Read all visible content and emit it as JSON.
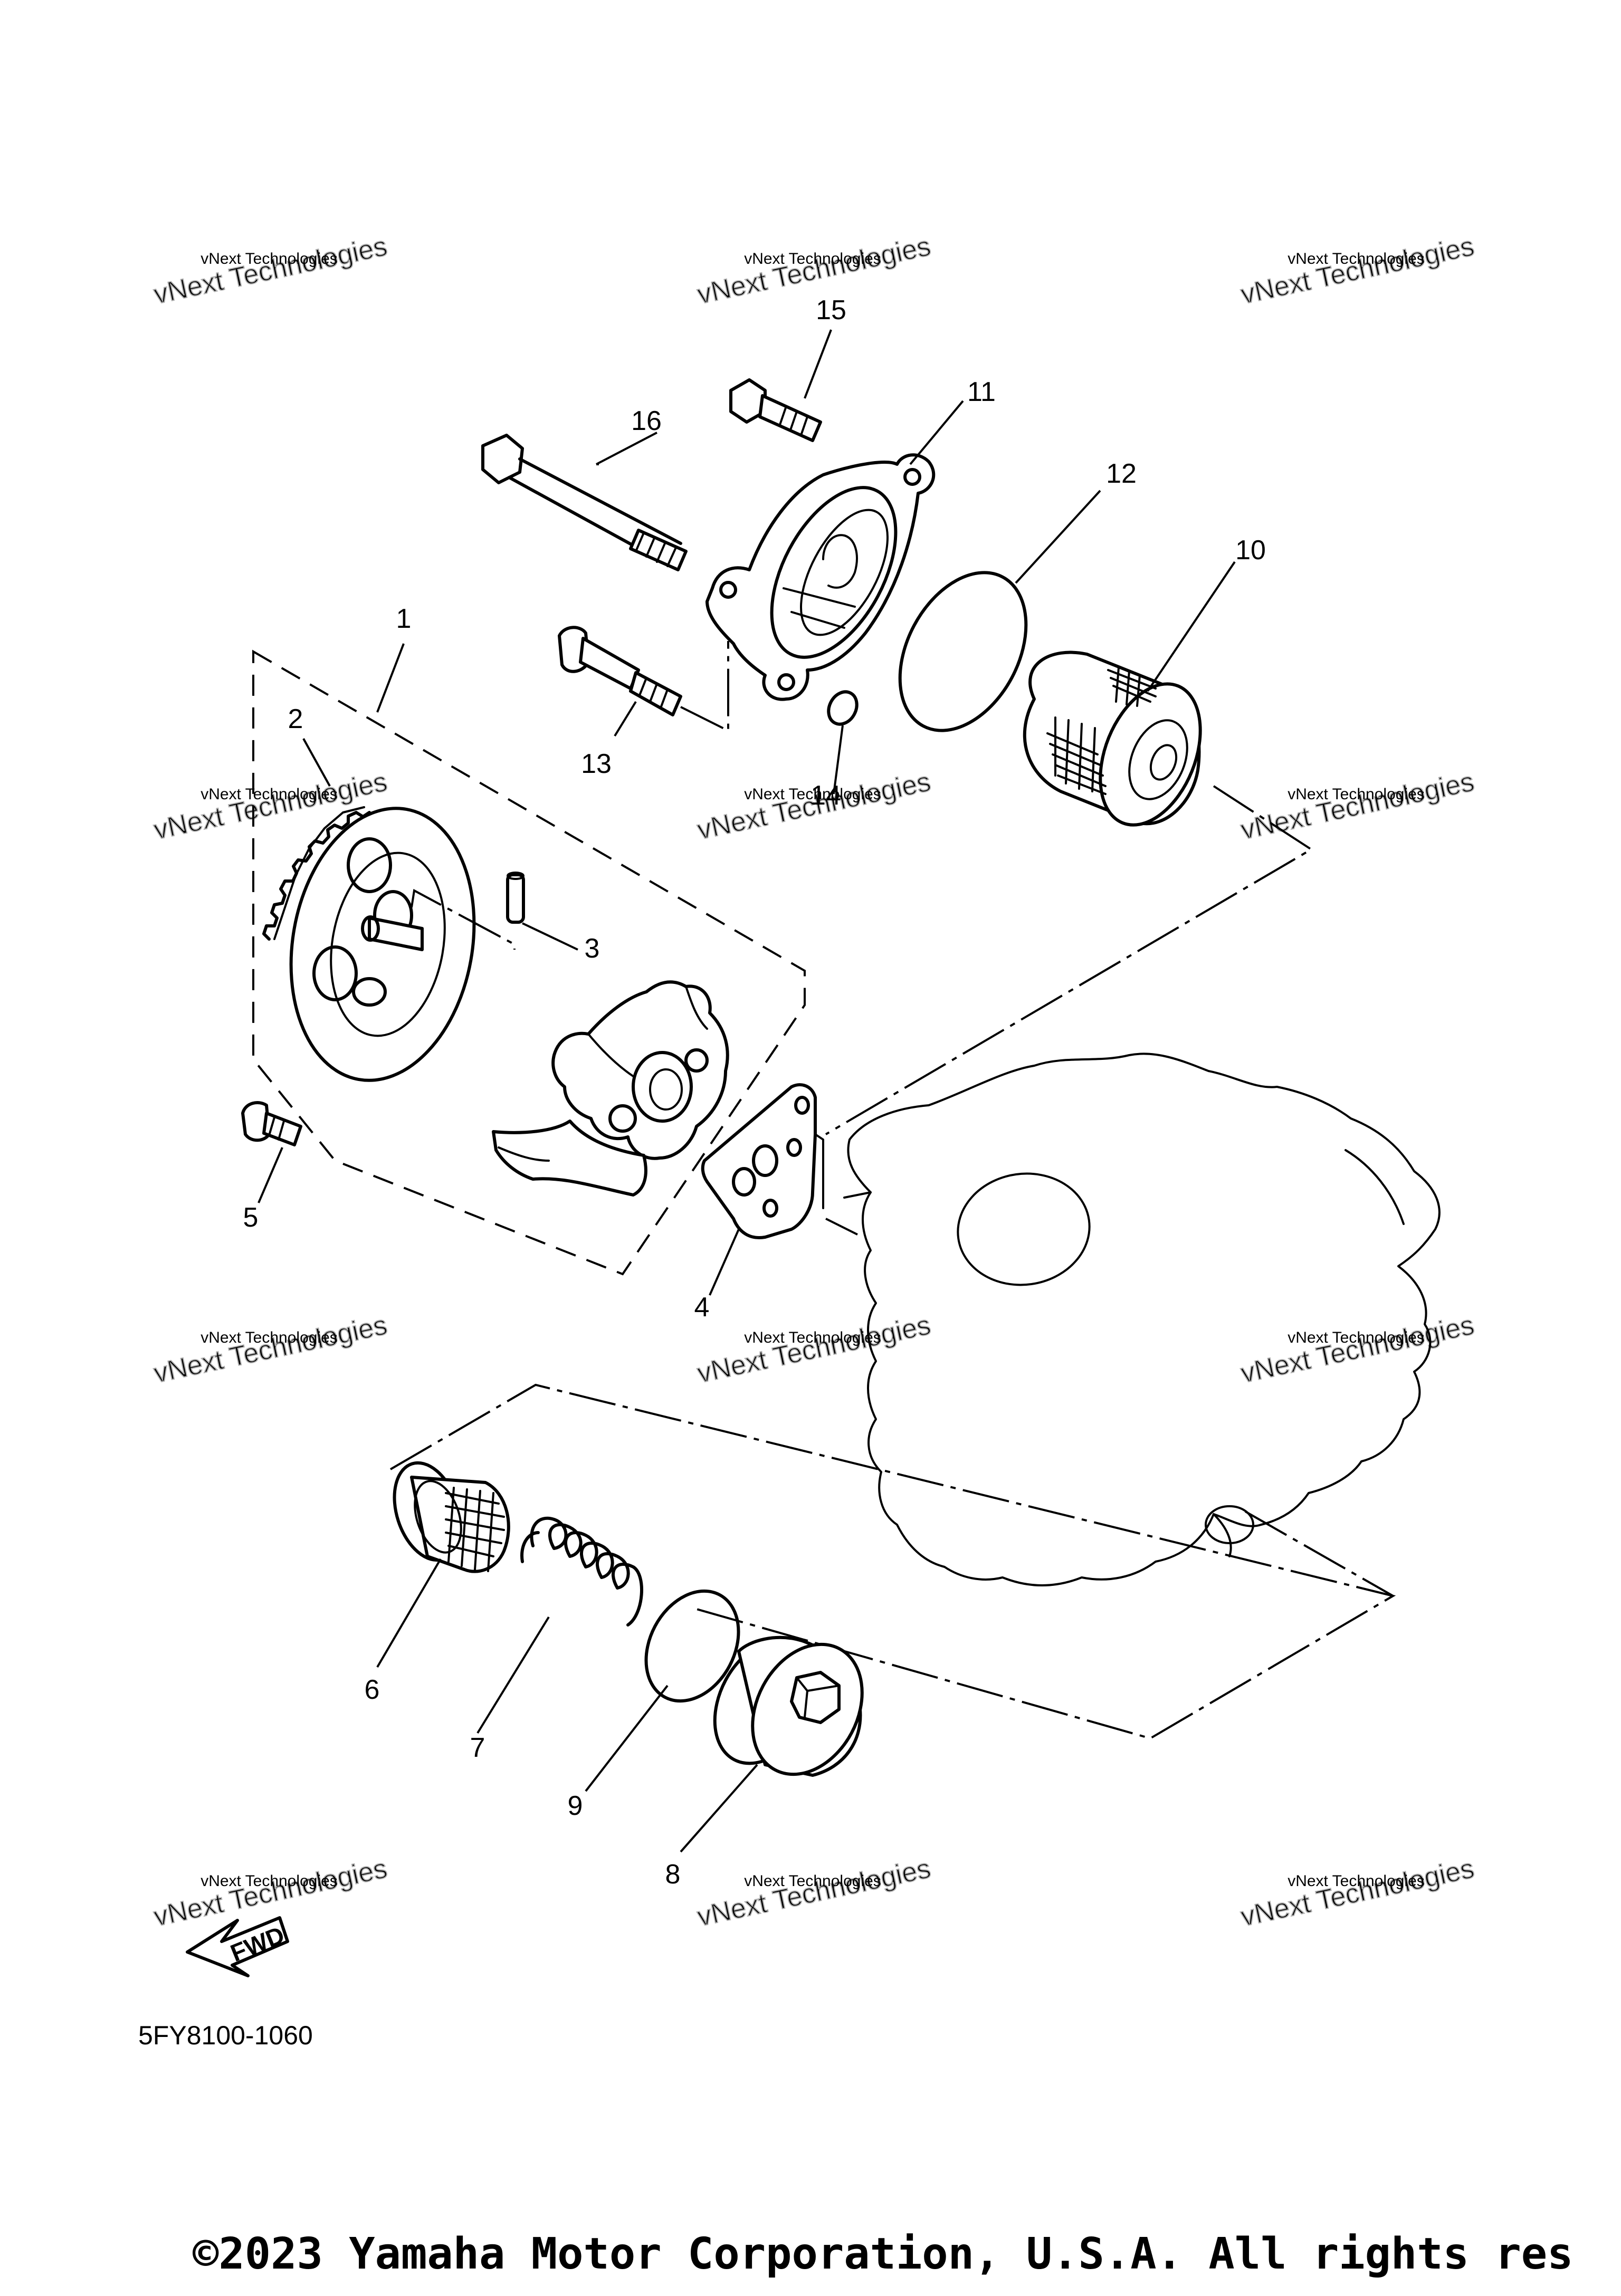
{
  "diagram": {
    "callouts": [
      "1",
      "2",
      "3",
      "4",
      "5",
      "6",
      "7",
      "8",
      "9",
      "10",
      "11",
      "12",
      "13",
      "14",
      "15",
      "16"
    ],
    "part_code": "5FY8100-1060",
    "direction_marker": "FWD",
    "watermark": {
      "line1": "vNext Technologies",
      "line2": "vNext Technologies"
    },
    "copyright": "©2023 Yamaha Motor Corporation, U.S.A. All rights res"
  }
}
